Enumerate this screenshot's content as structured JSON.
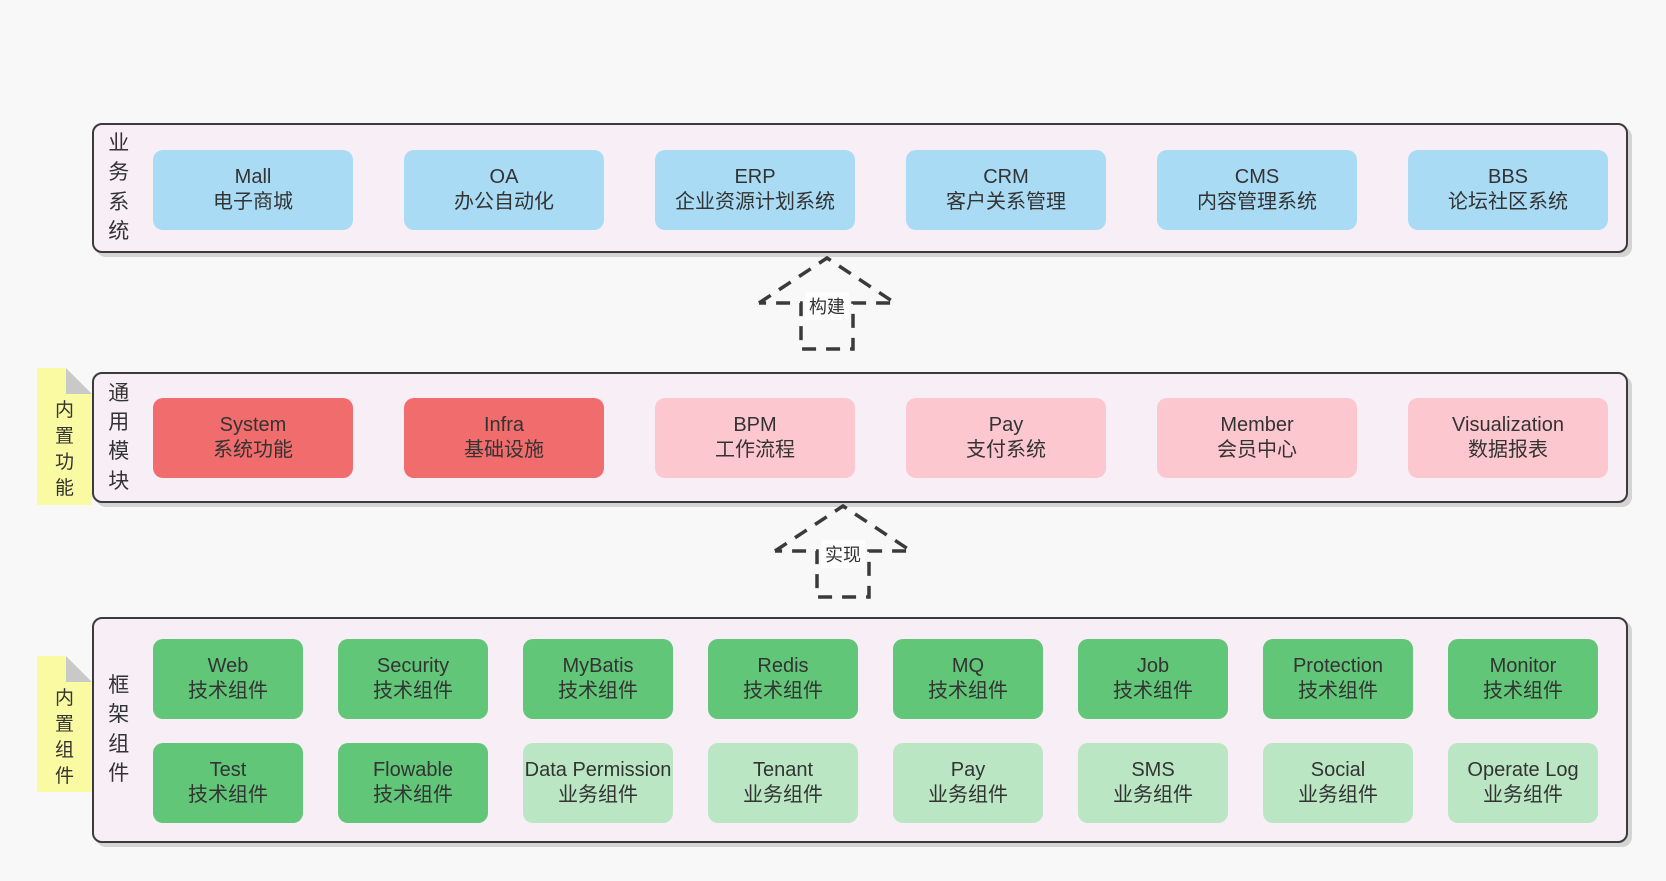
{
  "colors": {
    "page_bg": "#f8f8f8",
    "panel_bg": "#f8eef6",
    "panel_border": "#3b3b3b",
    "blue_box": "#a9dbf5",
    "red_box": "#f16c6c",
    "pink_box": "#fcc7cf",
    "green_box": "#61c678",
    "light_green_box": "#bae6c3",
    "sticky_yellow": "#fafaa2",
    "sticky_fold_gray": "#c9c9c9",
    "text": "#333333"
  },
  "layers": {
    "business": {
      "label": "业务系统",
      "boxes": [
        {
          "name": "Mall",
          "desc": "电子商城",
          "variant": "blue"
        },
        {
          "name": "OA",
          "desc": "办公自动化",
          "variant": "blue"
        },
        {
          "name": "ERP",
          "desc": "企业资源计划系统",
          "variant": "blue"
        },
        {
          "name": "CRM",
          "desc": "客户关系管理",
          "variant": "blue"
        },
        {
          "name": "CMS",
          "desc": "内容管理系统",
          "variant": "blue"
        },
        {
          "name": "BBS",
          "desc": "论坛社区系统",
          "variant": "blue"
        }
      ]
    },
    "modules": {
      "label": "通用模块",
      "sticky": "内置功能",
      "boxes": [
        {
          "name": "System",
          "desc": "系统功能",
          "variant": "red"
        },
        {
          "name": "Infra",
          "desc": "基础设施",
          "variant": "red"
        },
        {
          "name": "BPM",
          "desc": "工作流程",
          "variant": "pink"
        },
        {
          "name": "Pay",
          "desc": "支付系统",
          "variant": "pink"
        },
        {
          "name": "Member",
          "desc": "会员中心",
          "variant": "pink"
        },
        {
          "name": "Visualization",
          "desc": "数据报表",
          "variant": "pink"
        }
      ]
    },
    "components": {
      "label": "框架组件",
      "sticky": "内置组件",
      "row1": [
        {
          "name": "Web",
          "desc": "技术组件",
          "variant": "green"
        },
        {
          "name": "Security",
          "desc": "技术组件",
          "variant": "green"
        },
        {
          "name": "MyBatis",
          "desc": "技术组件",
          "variant": "green"
        },
        {
          "name": "Redis",
          "desc": "技术组件",
          "variant": "green"
        },
        {
          "name": "MQ",
          "desc": "技术组件",
          "variant": "green"
        },
        {
          "name": "Job",
          "desc": "技术组件",
          "variant": "green"
        },
        {
          "name": "Protection",
          "desc": "技术组件",
          "variant": "green"
        },
        {
          "name": "Monitor",
          "desc": "技术组件",
          "variant": "green"
        }
      ],
      "row2": [
        {
          "name": "Test",
          "desc": "技术组件",
          "variant": "green"
        },
        {
          "name": "Flowable",
          "desc": "技术组件",
          "variant": "green"
        },
        {
          "name": "Data Permission",
          "desc": "业务组件",
          "variant": "light_green"
        },
        {
          "name": "Tenant",
          "desc": "业务组件",
          "variant": "light_green"
        },
        {
          "name": "Pay",
          "desc": "业务组件",
          "variant": "light_green"
        },
        {
          "name": "SMS",
          "desc": "业务组件",
          "variant": "light_green"
        },
        {
          "name": "Social",
          "desc": "业务组件",
          "variant": "light_green"
        },
        {
          "name": "Operate Log",
          "desc": "业务组件",
          "variant": "light_green"
        }
      ]
    }
  },
  "arrows": {
    "build": "构建",
    "implement": "实现"
  }
}
